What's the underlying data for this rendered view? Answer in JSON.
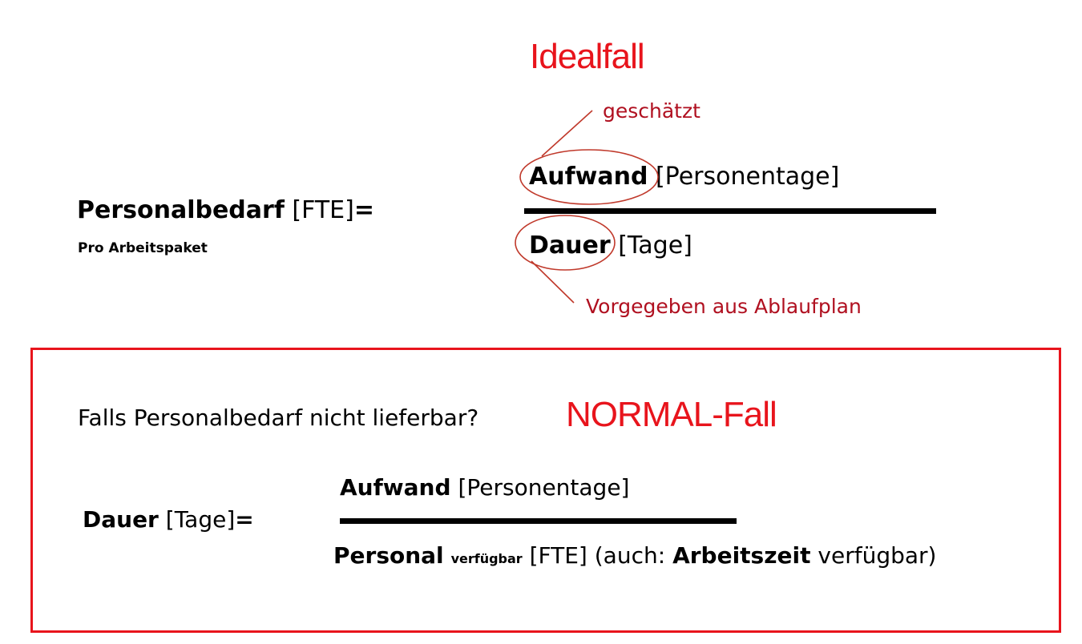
{
  "ideal": {
    "title": "Idealfall",
    "lhs_bold": "Personalbedarf",
    "lhs_unit": "[FTE]",
    "lhs_eq": "=",
    "lhs_note": "Pro Arbeitspaket",
    "numerator_bold": "Aufwand",
    "numerator_unit": "[Personentage]",
    "denominator_bold": "Dauer",
    "denominator_unit": "[Tage]",
    "annotation_top": "geschätzt",
    "annotation_bottom": "Vorgegeben aus Ablaufplan"
  },
  "normal": {
    "question": "Falls Personalbedarf nicht lieferbar?",
    "title": "NORMAL-Fall",
    "lhs_bold": "Dauer",
    "lhs_unit": "[Tage]",
    "lhs_eq": "=",
    "numerator_bold": "Aufwand",
    "numerator_unit": "[Personentage]",
    "denominator_bold": "Personal",
    "denominator_sub": "verfügbar",
    "denominator_unit": "[FTE] (auch:",
    "denominator_bold2": "Arbeitszeit",
    "denominator_tail": "verfügbar)"
  },
  "colors": {
    "title_red": "#e8141c",
    "annotation_red": "#b01020",
    "ellipse_red": "#c0392b"
  }
}
